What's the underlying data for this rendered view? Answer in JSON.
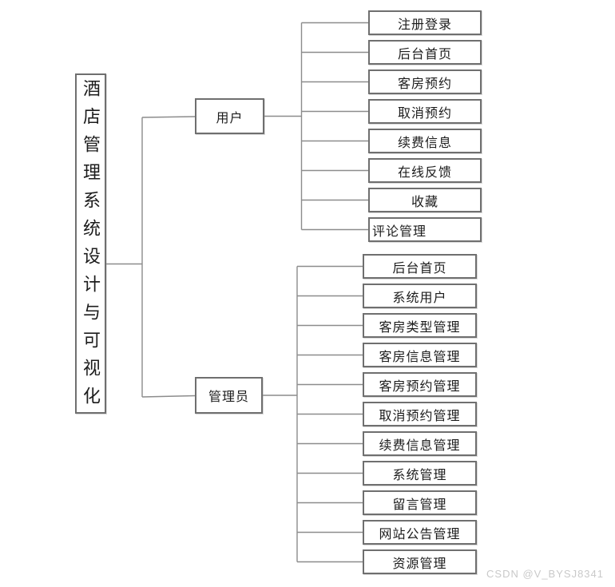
{
  "title": {
    "root_label": "酒店管理系统设计与可视化"
  },
  "branches": [
    {
      "label": "用户",
      "children": [
        {
          "label": "注册登录"
        },
        {
          "label": "后台首页"
        },
        {
          "label": "客房预约"
        },
        {
          "label": "取消预约"
        },
        {
          "label": "续费信息"
        },
        {
          "label": "在线反馈"
        },
        {
          "label": "收藏"
        },
        {
          "label": "评论管理",
          "align": "left"
        }
      ]
    },
    {
      "label": "管理员",
      "children": [
        {
          "label": "后台首页"
        },
        {
          "label": "系统用户"
        },
        {
          "label": "客房类型管理"
        },
        {
          "label": "客房信息管理"
        },
        {
          "label": "客房预约管理"
        },
        {
          "label": "取消预约管理"
        },
        {
          "label": "续费信息管理"
        },
        {
          "label": "系统管理"
        },
        {
          "label": "留言管理"
        },
        {
          "label": "网站公告管理"
        },
        {
          "label": "资源管理"
        }
      ]
    }
  ],
  "watermark": "CSDN @V_BYSJ8341",
  "colors": {
    "background": "#ffffff",
    "line": "#8c8c8c",
    "border": "#6f6f6f",
    "text": "#1c1c1c",
    "watermark": "#c9c9c9"
  }
}
